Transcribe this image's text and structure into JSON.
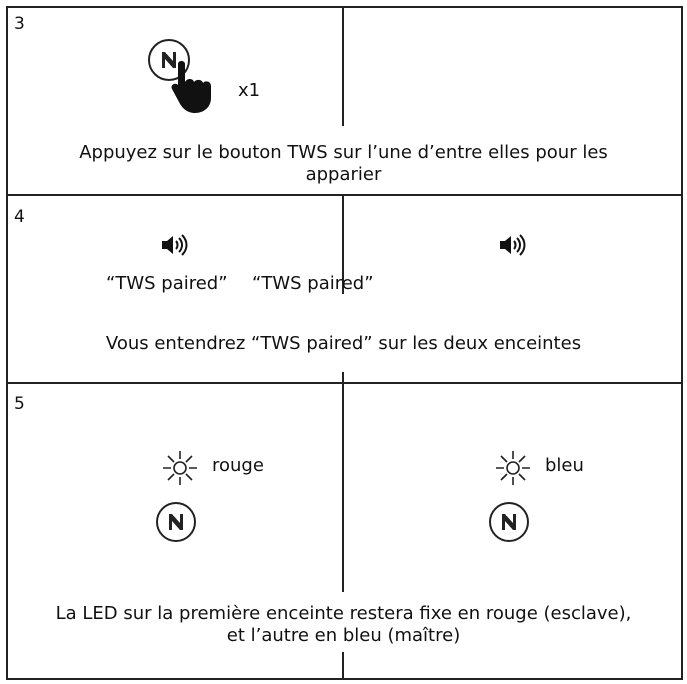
{
  "steps": [
    {
      "number": "3",
      "press_count": "x1",
      "caption_line1": "Appuyez sur le bouton TWS sur l’une d’entre elles pour les",
      "caption_line2": "apparier"
    },
    {
      "number": "4",
      "left_voice": "“TWS paired”",
      "right_voice": "“TWS paired”",
      "caption": "Vous entendrez “TWS paired” sur les deux enceintes"
    },
    {
      "number": "5",
      "left_color_label": "rouge",
      "right_color_label": "bleu",
      "caption_line1": "La LED sur la première enceinte restera fixe en rouge (esclave),",
      "caption_line2": "et l’autre en bleu (maître)"
    }
  ],
  "icons": {
    "tws_button": "tws-button-icon",
    "finger": "finger-press-icon",
    "speaker": "speaker-sound-icon",
    "led": "led-light-icon"
  }
}
